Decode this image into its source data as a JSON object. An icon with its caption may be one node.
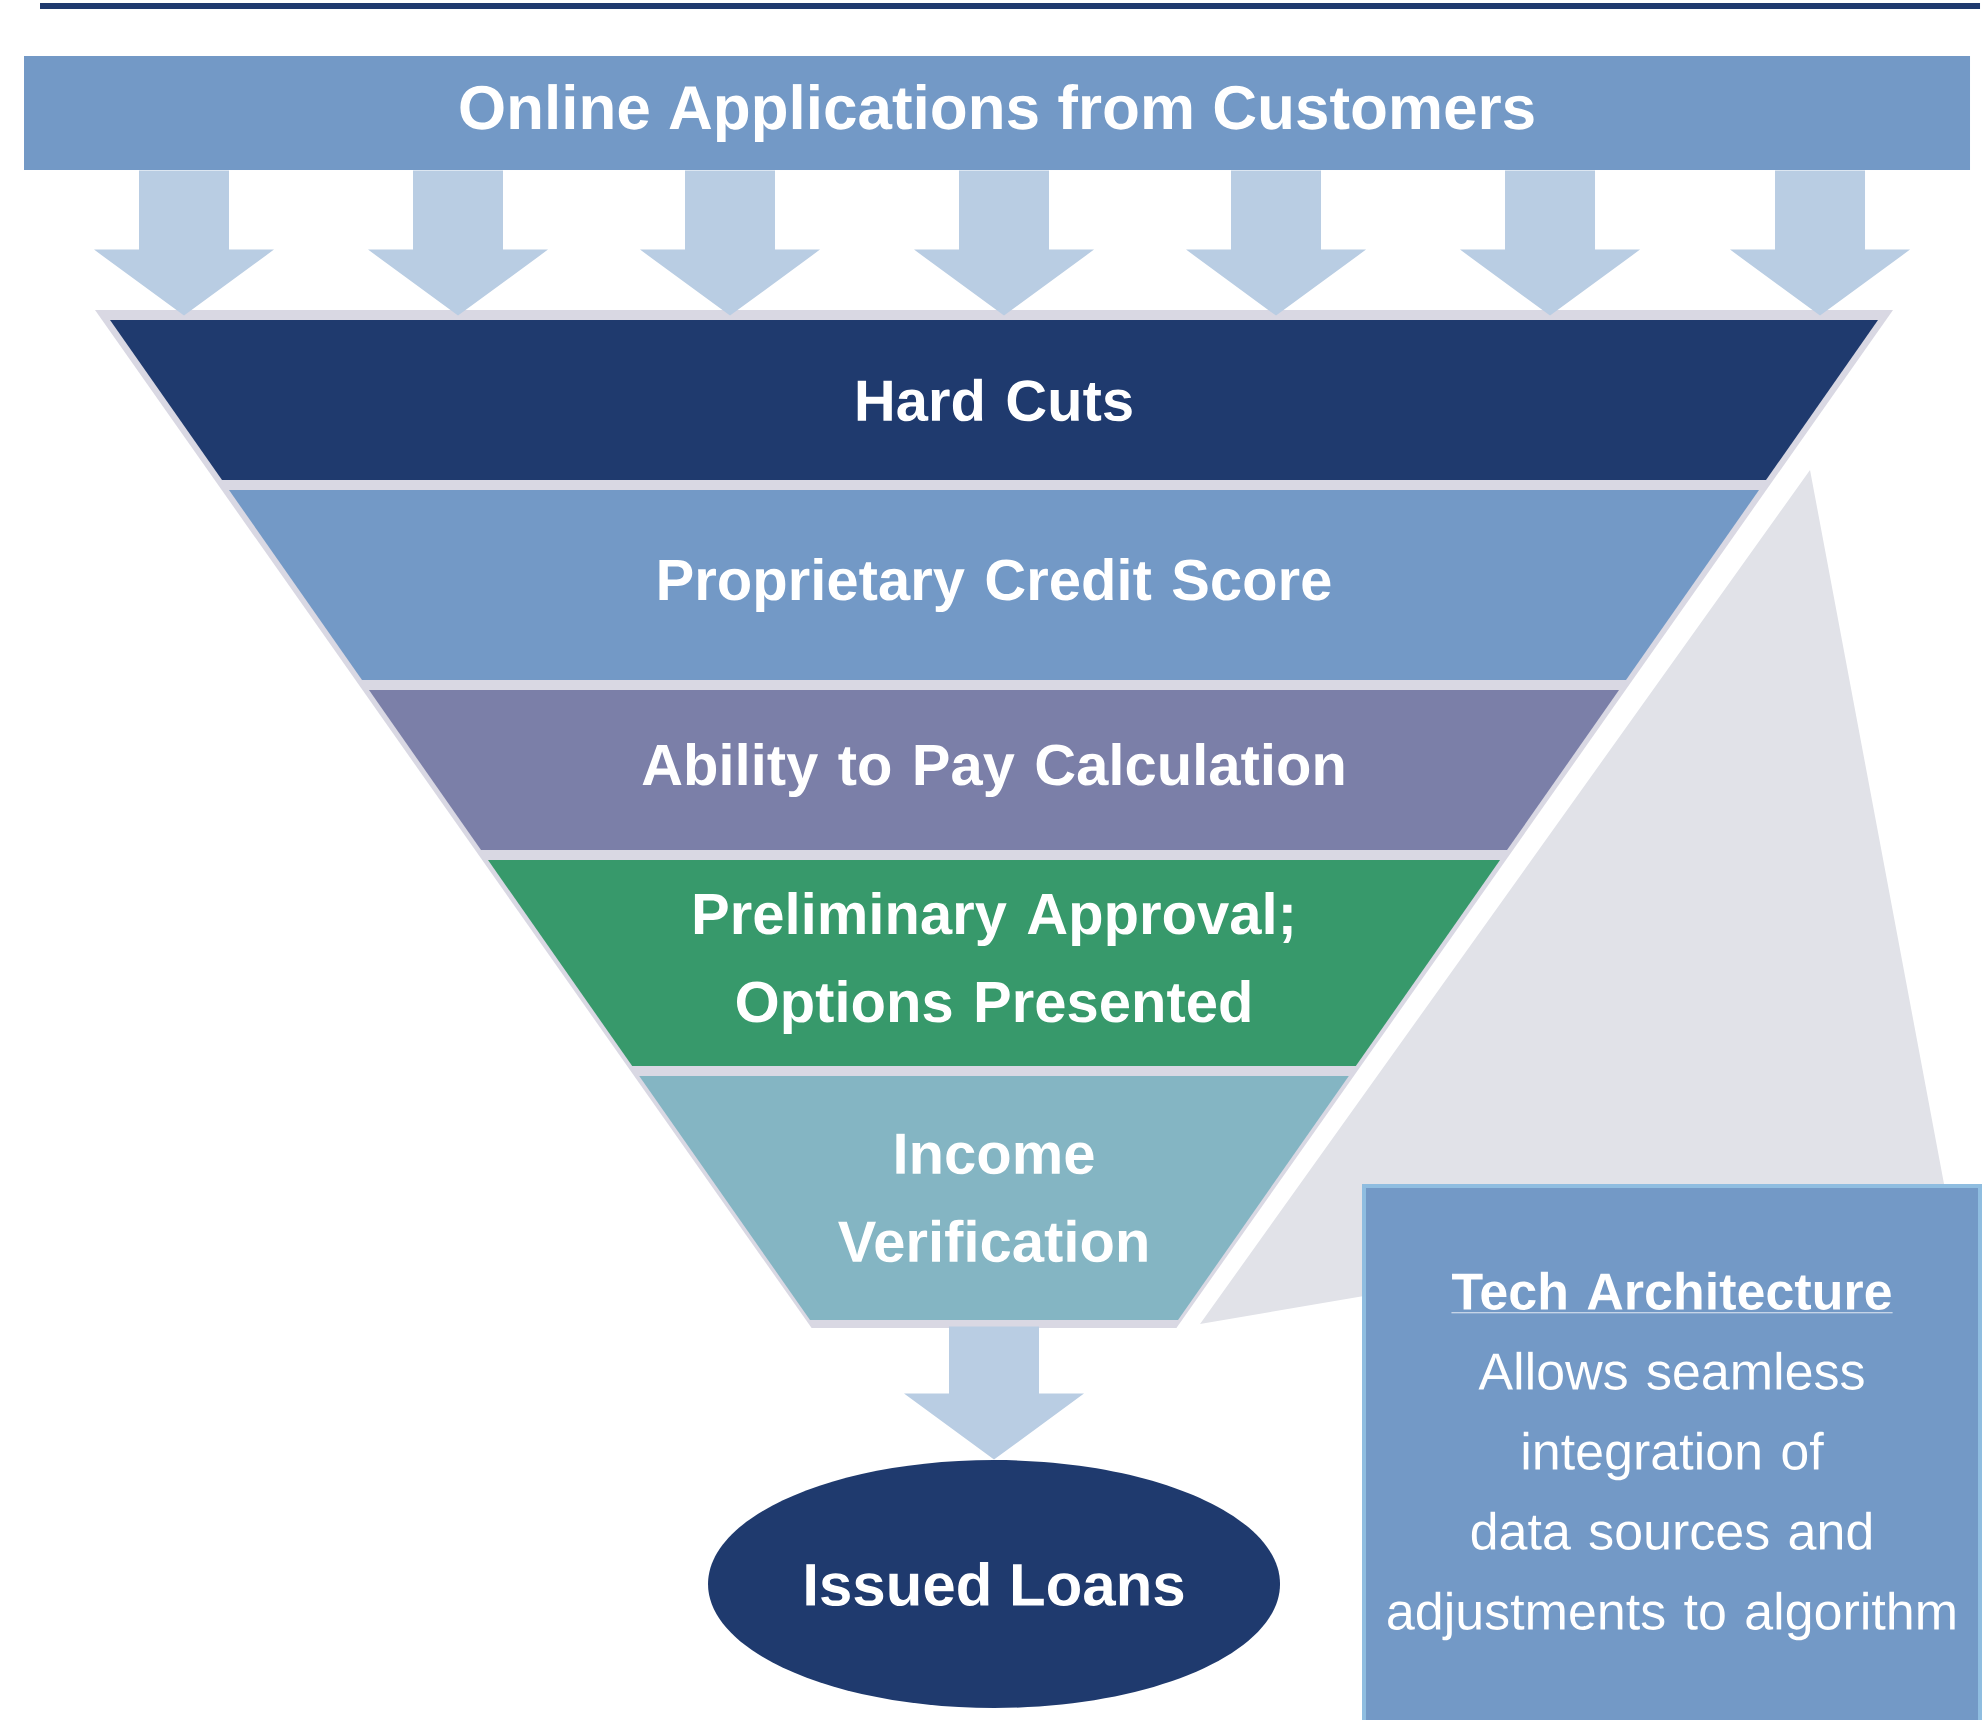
{
  "diagram": {
    "nodes": [
      {
        "text": [
          "Online Applications from Customers"
        ]
      },
      {
        "text": [
          "Hard Cuts"
        ]
      },
      {
        "text": [
          "Proprietary Credit Score"
        ]
      },
      {
        "text": [
          "Ability to Pay Calculation"
        ]
      },
      {
        "text": [
          "Preliminary Approval; Options Presented"
        ]
      },
      {
        "text": [
          "Income Verification"
        ]
      },
      {
        "text": [
          "Issued Loans"
        ]
      },
      {
        "text": [
          "Tech Architecture",
          "Allows seamless integration of data sources and adjustments to algorithm"
        ]
      }
    ],
    "edges": [
      {
        "from": 0,
        "to": 1,
        "arrow": "to"
      },
      {
        "from": 0,
        "to": 1,
        "arrow": "to"
      },
      {
        "from": 0,
        "to": 1,
        "arrow": "to"
      },
      {
        "from": 0,
        "to": 1,
        "arrow": "to"
      },
      {
        "from": 0,
        "to": 1,
        "arrow": "to"
      },
      {
        "from": 0,
        "to": 1,
        "arrow": "to"
      },
      {
        "from": 0,
        "to": 1,
        "arrow": "to"
      },
      {
        "from": 5,
        "to": 6,
        "arrow": "to"
      }
    ]
  }
}
